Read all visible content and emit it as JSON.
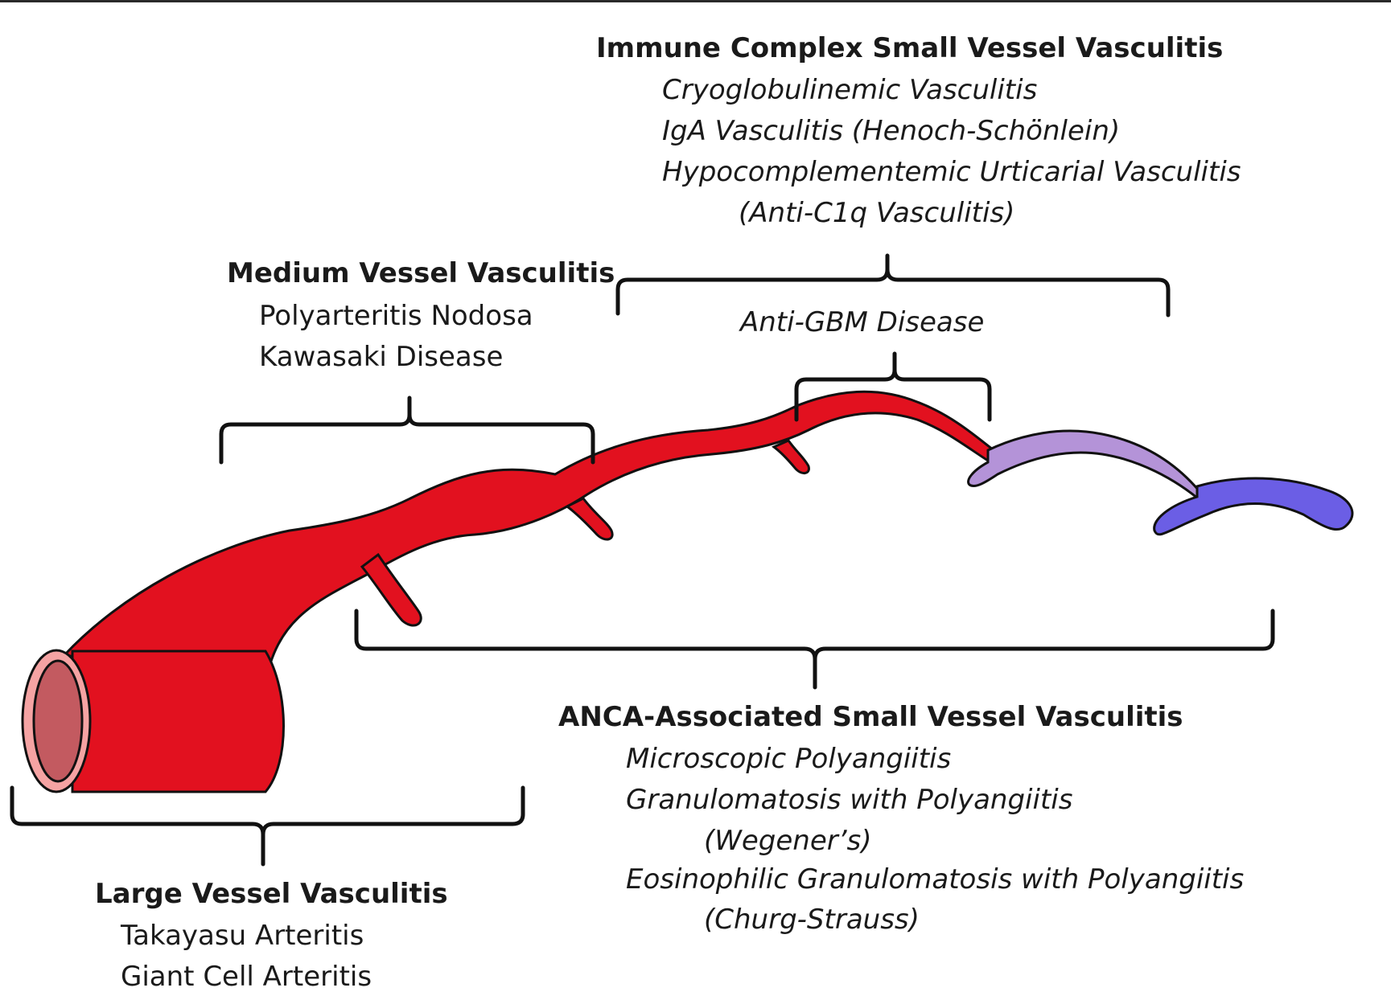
{
  "colors": {
    "artery": "#e2111f",
    "artery_lumen_ring": "#f5a3a3",
    "artery_lumen": "#c35a60",
    "capillary": "#b493d8",
    "vein": "#6b5ee5",
    "outline": "#111111"
  },
  "groups": {
    "immune_complex": {
      "heading": "Immune Complex  Small Vessel Vasculitis",
      "items": [
        "Cryoglobulinemic Vasculitis",
        "IgA Vasculitis (Henoch-Schönlein)",
        "Hypocomplementemic Urticarial Vasculitis",
        "(Anti-C1q Vasculitis)"
      ]
    },
    "medium": {
      "heading": "Medium Vessel Vasculitis",
      "items": [
        "Polyarteritis Nodosa",
        "Kawasaki Disease"
      ]
    },
    "anti_gbm": {
      "label": "Anti-GBM Disease"
    },
    "anca": {
      "heading": "ANCA-Associated Small Vessel Vasculitis",
      "items": [
        "Microscopic Polyangiitis",
        "Granulomatosis with Polyangiitis",
        "(Wegener’s)",
        "Eosinophilic Granulomatosis with Polyangiitis",
        "(Churg-Strauss)"
      ]
    },
    "large": {
      "heading": "Large Vessel Vasculitis",
      "items": [
        "Takayasu Arteritis",
        "Giant Cell Arteritis"
      ]
    }
  }
}
